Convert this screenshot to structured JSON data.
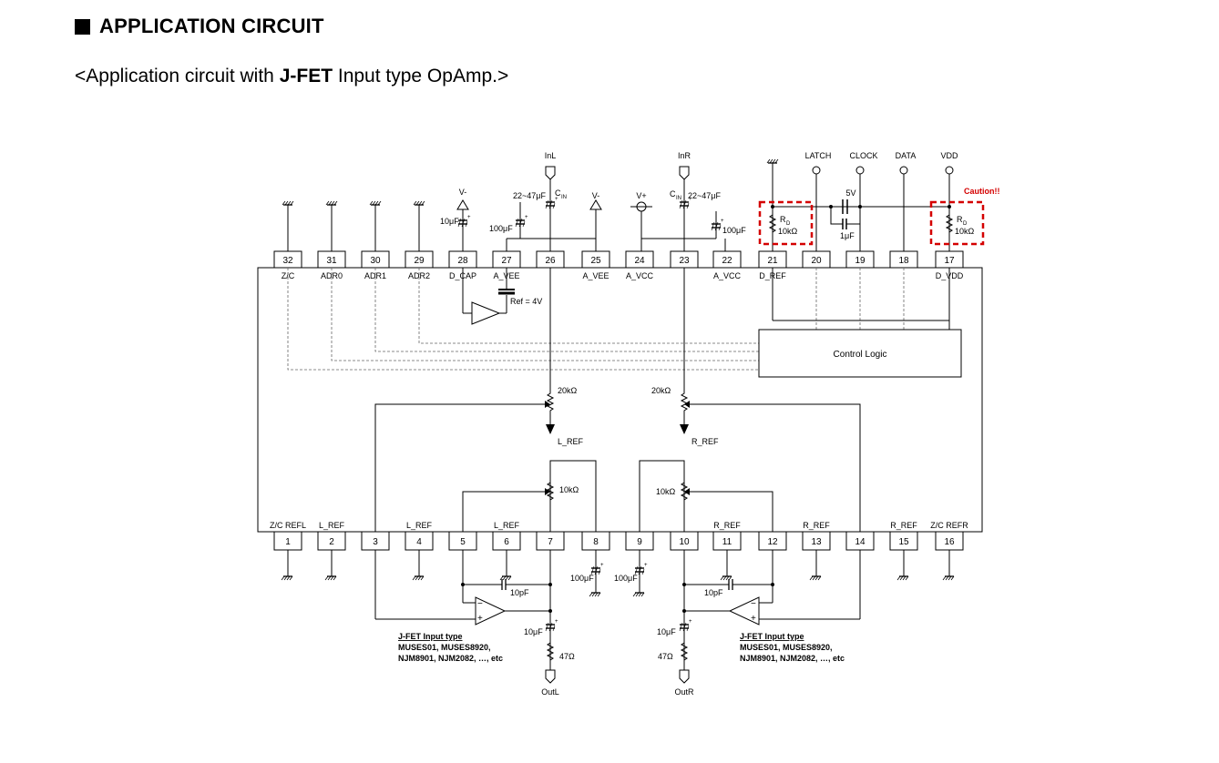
{
  "heading": {
    "bullet": "■",
    "title": "APPLICATION CIRCUIT"
  },
  "subtitle": {
    "prefix": "<Application circuit with ",
    "bold": "J-FET",
    "suffix": " Input type OpAmp.>"
  },
  "top_pins": [
    {
      "num": "32",
      "label": "Z/C"
    },
    {
      "num": "31",
      "label": "ADR0"
    },
    {
      "num": "30",
      "label": "ADR1"
    },
    {
      "num": "29",
      "label": "ADR2"
    },
    {
      "num": "28",
      "label": "D_CAP"
    },
    {
      "num": "27",
      "label": "A_VEE"
    },
    {
      "num": "26",
      "label": ""
    },
    {
      "num": "25",
      "label": "A_VEE"
    },
    {
      "num": "24",
      "label": "A_VCC"
    },
    {
      "num": "23",
      "label": ""
    },
    {
      "num": "22",
      "label": "A_VCC"
    },
    {
      "num": "21",
      "label": "D_REF"
    },
    {
      "num": "20",
      "label": ""
    },
    {
      "num": "19",
      "label": ""
    },
    {
      "num": "18",
      "label": ""
    },
    {
      "num": "17",
      "label": "D_VDD"
    }
  ],
  "bottom_pins": [
    {
      "num": "1",
      "label": "Z/C REFL"
    },
    {
      "num": "2",
      "label": "L_REF"
    },
    {
      "num": "3",
      "label": ""
    },
    {
      "num": "4",
      "label": "L_REF"
    },
    {
      "num": "5",
      "label": ""
    },
    {
      "num": "6",
      "label": "L_REF"
    },
    {
      "num": "7",
      "label": ""
    },
    {
      "num": "8",
      "label": ""
    },
    {
      "num": "9",
      "label": ""
    },
    {
      "num": "10",
      "label": ""
    },
    {
      "num": "11",
      "label": "R_REF"
    },
    {
      "num": "12",
      "label": ""
    },
    {
      "num": "13",
      "label": "R_REF"
    },
    {
      "num": "14",
      "label": ""
    },
    {
      "num": "15",
      "label": "R_REF"
    },
    {
      "num": "16",
      "label": "Z/C REFR"
    }
  ],
  "signals": {
    "inl": "InL",
    "inr": "InR",
    "outl": "OutL",
    "outr": "OutR",
    "latch": "LATCH",
    "clock": "CLOCK",
    "data": "DATA",
    "vdd": "VDD",
    "vminus": "V-",
    "vplus": "V+",
    "five_v": "5V",
    "ref": "Ref = 4V"
  },
  "components": {
    "cin_range": "22~47μF",
    "cin_main": "C",
    "cin_sub": "IN",
    "cap_10u": "10μF",
    "cap_100u": "100μF",
    "cap_1u": "1μF",
    "cap_10p": "10pF",
    "r_20k": "20kΩ",
    "r_10k": "10kΩ",
    "r_47": "47Ω",
    "rd_main": "R",
    "rd_sub": "D"
  },
  "blocks": {
    "control_logic": "Control Logic",
    "l_ref": "L_REF",
    "r_ref": "R_REF"
  },
  "caution": {
    "text": "Caution!!",
    "color": "#d40000"
  },
  "jfet_note": {
    "title": "J-FET Input type",
    "line1": "MUSES01, MUSES8920,",
    "line2": "NJM8901, NJM2082, …, etc"
  }
}
